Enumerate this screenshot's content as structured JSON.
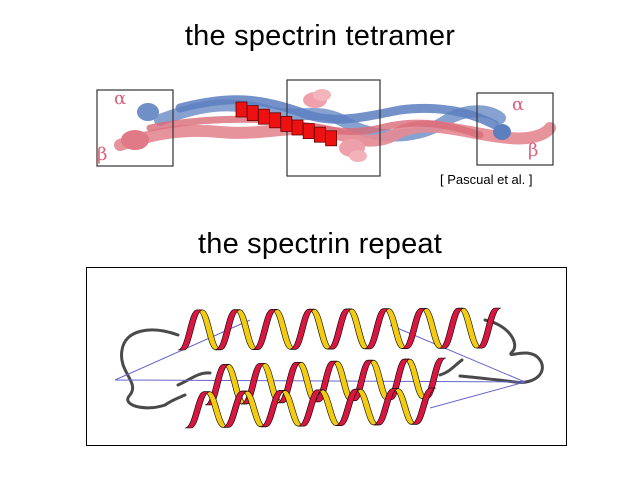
{
  "slide": {
    "title_top": "the spectrin tetramer",
    "title_bottom": "the spectrin repeat",
    "citation": "[ Pascual et al. ]"
  },
  "tetramer": {
    "left_box": {
      "alpha_label": "α",
      "beta_label": "β"
    },
    "right_box": {
      "alpha_label": "α",
      "beta_label": "β"
    },
    "repeat_marker_count": 9,
    "colors": {
      "alpha_chain": "#6f8fc6",
      "beta_chain": "#e07a86",
      "repeat_marker": "#ee1111",
      "greek_label": "#d9627a"
    }
  },
  "repeat_structure": {
    "helix_count": 3,
    "colors": {
      "helix_front": "#d8163f",
      "helix_back": "#f3cc12",
      "loop": "#555555",
      "axis_line": "#6666cc"
    }
  }
}
